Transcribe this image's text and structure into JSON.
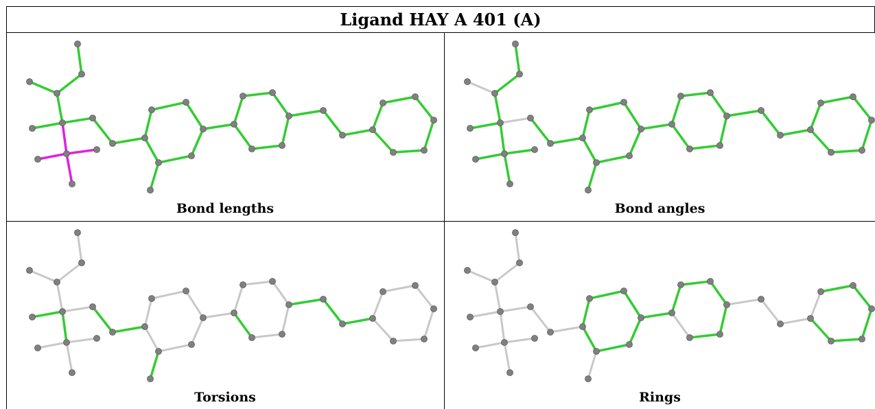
{
  "title": "Ligand HAY A 401 (A)",
  "panels": [
    {
      "caption": "Bond lengths",
      "highlight": {
        "green": [
          "b0",
          "b1",
          "b2",
          "b3",
          "b4",
          "b5",
          "b6",
          "b7",
          "b8",
          "b9",
          "b10",
          "b11",
          "b12",
          "b13",
          "b14",
          "b15",
          "b16",
          "b17",
          "b18",
          "b19",
          "b20",
          "b21",
          "b22",
          "b23",
          "b24",
          "b25",
          "b26",
          "b27",
          "b28",
          "b29",
          "b30",
          "b31",
          "b32",
          "b33"
        ],
        "magenta": [
          "b34",
          "b35",
          "b36",
          "b37"
        ]
      }
    },
    {
      "caption": "Bond angles",
      "highlight": {
        "green": [
          "b0",
          "b1",
          "b3",
          "b4",
          "b6",
          "b7",
          "b8",
          "b9",
          "b10",
          "b11",
          "b12",
          "b13",
          "b14",
          "b15",
          "b16",
          "b17",
          "b18",
          "b19",
          "b20",
          "b21",
          "b22",
          "b23",
          "b24",
          "b25",
          "b26",
          "b27",
          "b28",
          "b29",
          "b30",
          "b31",
          "b32",
          "b33",
          "b34",
          "b35",
          "b36",
          "b37"
        ],
        "magenta": []
      }
    },
    {
      "caption": "Torsions",
      "highlight": {
        "green": [
          "b4",
          "b6",
          "b7",
          "b14",
          "b21",
          "b22",
          "b23",
          "b24",
          "b34"
        ],
        "magenta": []
      }
    },
    {
      "caption": "Rings",
      "highlight": {
        "green": [
          "b8",
          "b9",
          "b10",
          "b11",
          "b12",
          "b13",
          "b15",
          "b16",
          "b17",
          "b18",
          "b19",
          "b20",
          "b26",
          "b27",
          "b28",
          "b29",
          "b30",
          "b31"
        ],
        "magenta": []
      }
    }
  ],
  "colors": {
    "green": "#33cc33",
    "magenta": "#e020e0",
    "gray": "#c8c8c8",
    "atom": "#808080"
  }
}
